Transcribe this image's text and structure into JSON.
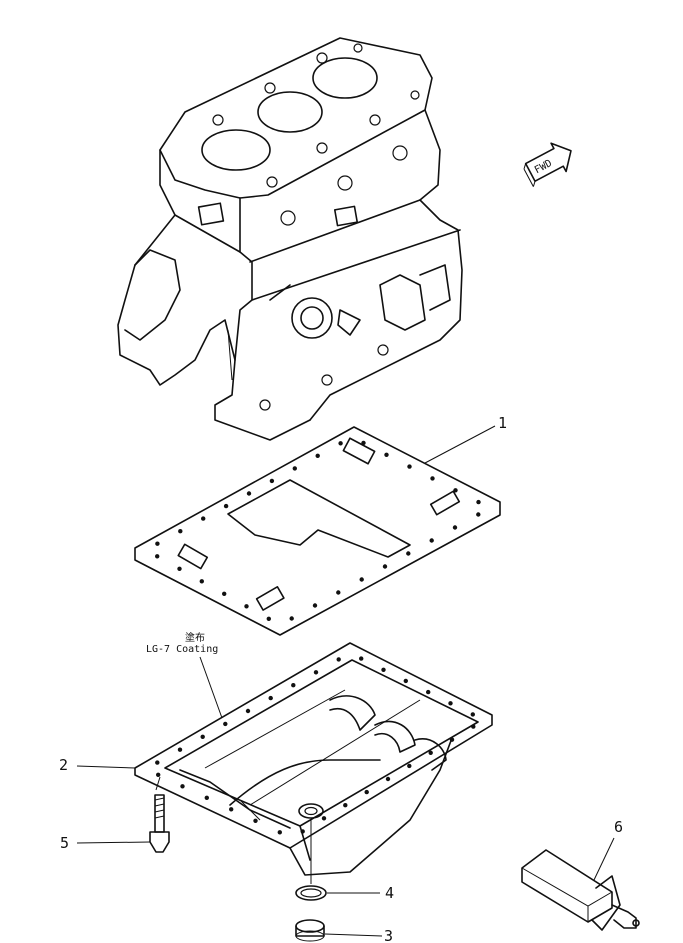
{
  "callouts": [
    {
      "id": "gasket",
      "number": "1"
    },
    {
      "id": "oil-pan",
      "number": "2"
    },
    {
      "id": "plug",
      "number": "3"
    },
    {
      "id": "seal-ring",
      "number": "4"
    },
    {
      "id": "bolt",
      "number": "5"
    },
    {
      "id": "dipstick-guide",
      "number": "6"
    }
  ],
  "annotations": {
    "coating_kanji": "塗布",
    "coating_label": "LG-7  Coating",
    "fwd_label": "FWD"
  },
  "icons": [
    "engine-block-icon",
    "gasket-icon",
    "oil-pan-icon",
    "bolt-icon",
    "seal-ring-icon",
    "drain-plug-icon",
    "dipstick-guide-icon",
    "fwd-arrow-icon"
  ]
}
